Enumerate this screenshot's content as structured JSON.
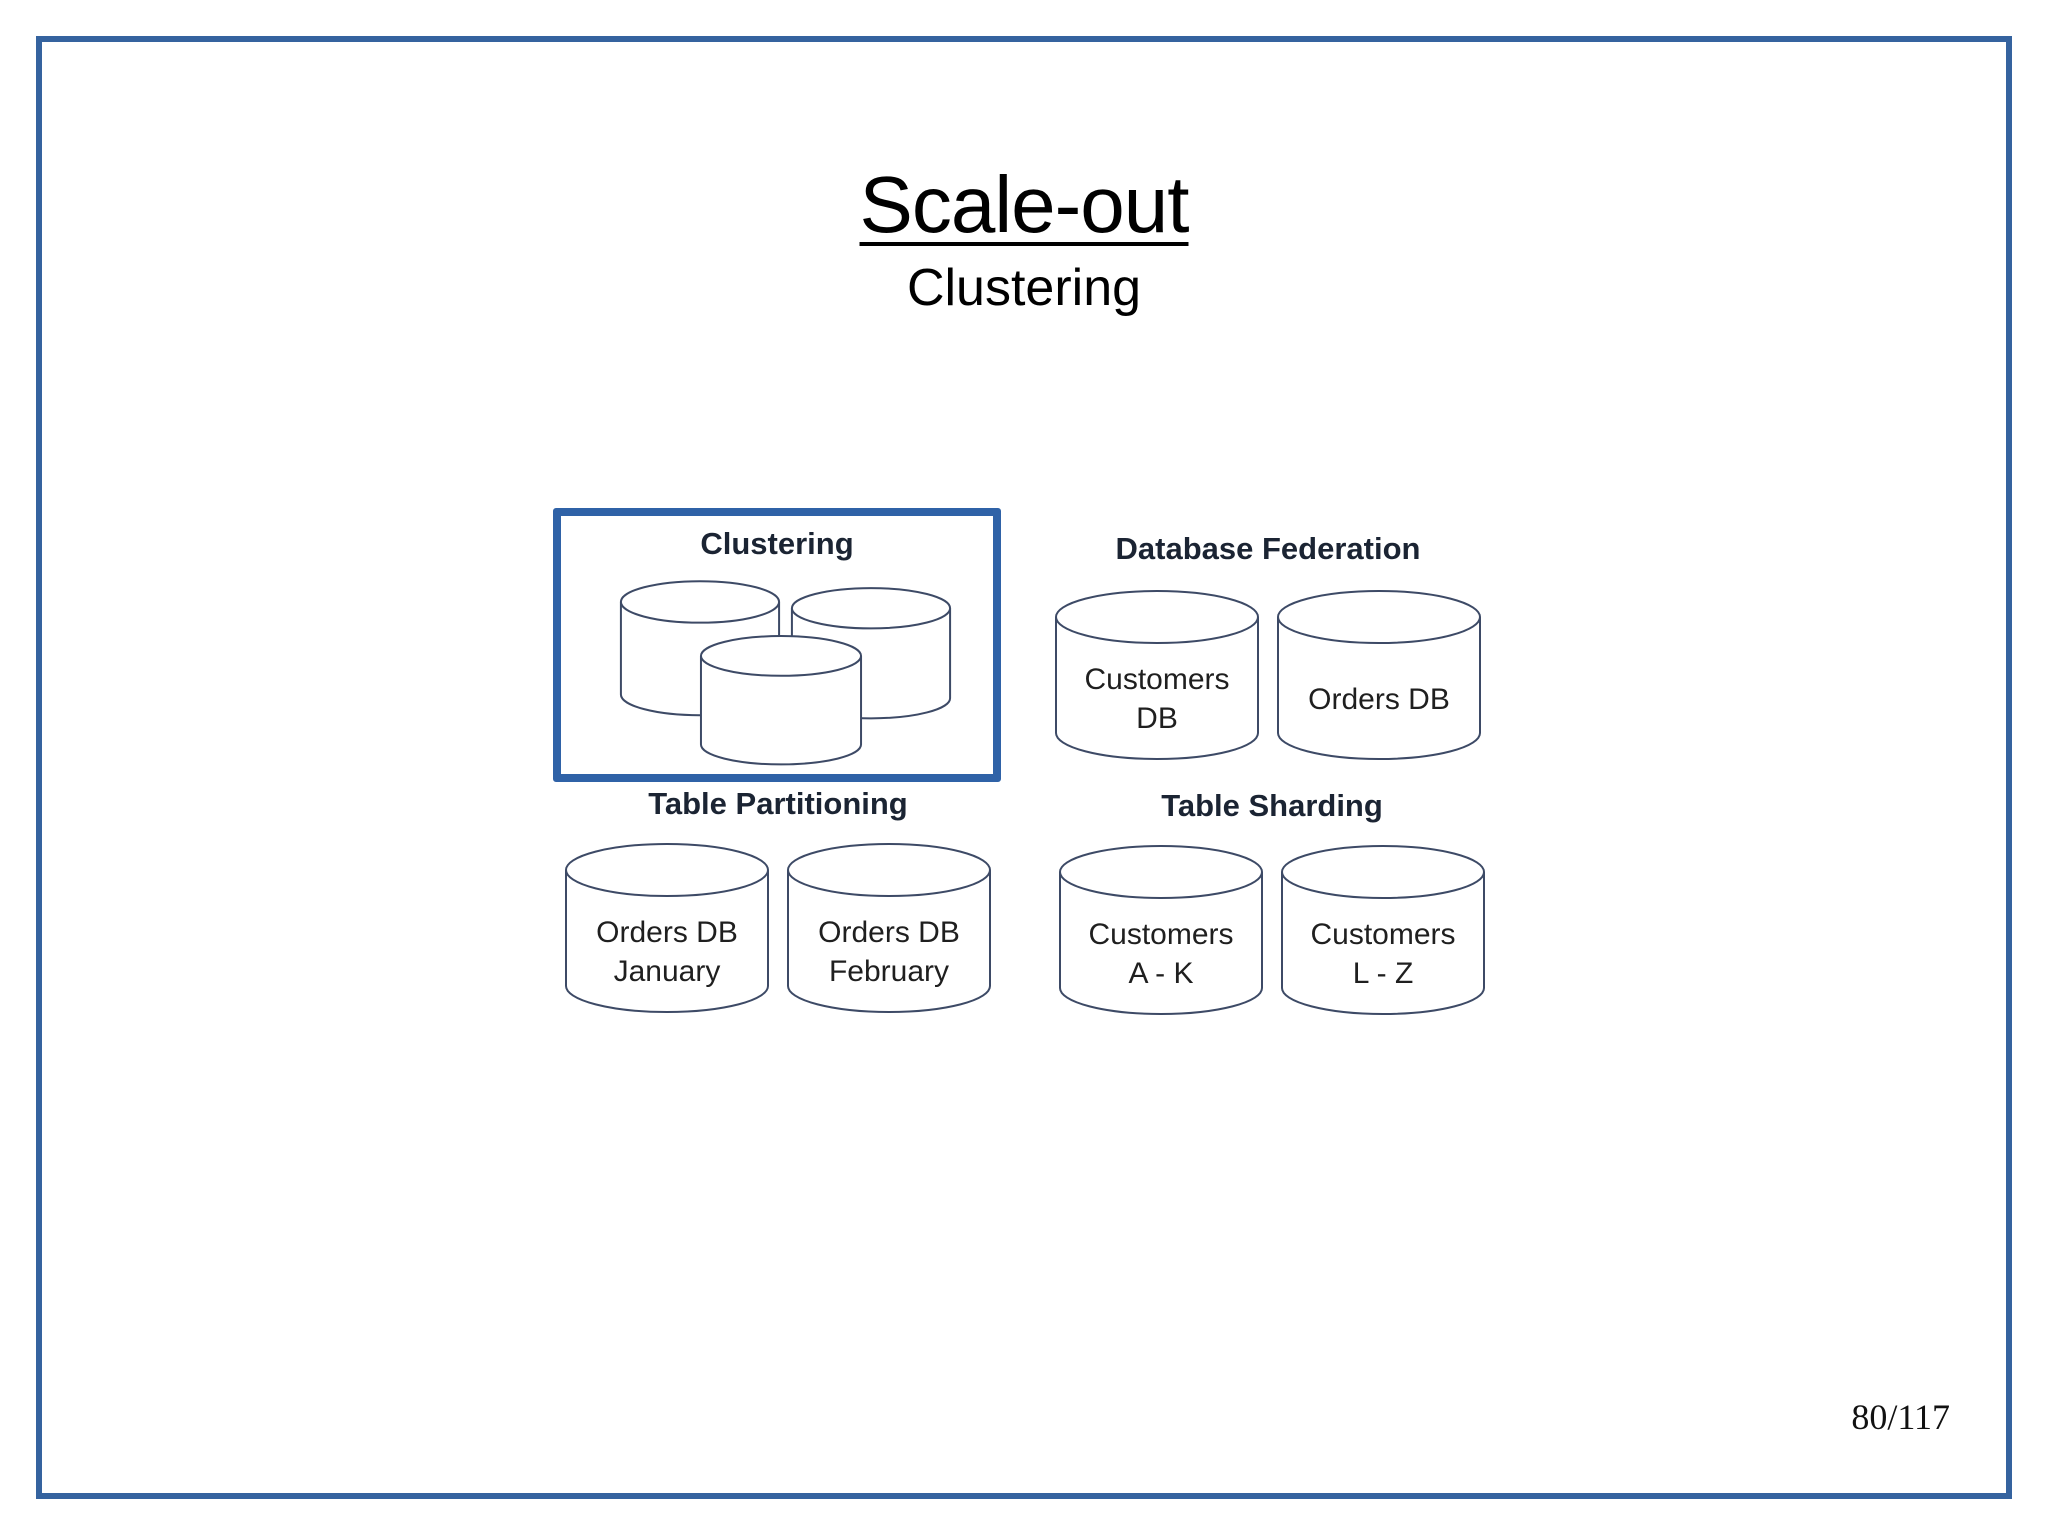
{
  "slide": {
    "title": "Scale-out",
    "subtitle": "Clustering",
    "page_number": "80/117"
  },
  "colors": {
    "frame_border": "#35639f",
    "highlight_border": "#2f62a7",
    "cylinder_stroke": "#3d4a66",
    "heading_text": "#1b2433",
    "label_text": "#1f1f1f",
    "title_text": "#000000",
    "background": "#ffffff"
  },
  "sections": [
    {
      "id": "clustering",
      "heading": "Clustering",
      "highlighted": true,
      "cylinders": [
        {
          "lines": []
        },
        {
          "lines": []
        },
        {
          "lines": []
        }
      ]
    },
    {
      "id": "database-federation",
      "heading": "Database Federation",
      "highlighted": false,
      "cylinders": [
        {
          "lines": [
            "Customers",
            "DB"
          ]
        },
        {
          "lines": [
            "Orders DB"
          ]
        }
      ]
    },
    {
      "id": "table-partitioning",
      "heading": "Table Partitioning",
      "highlighted": false,
      "cylinders": [
        {
          "lines": [
            "Orders DB",
            "January"
          ]
        },
        {
          "lines": [
            "Orders DB",
            "February"
          ]
        }
      ]
    },
    {
      "id": "table-sharding",
      "heading": "Table Sharding",
      "highlighted": false,
      "cylinders": [
        {
          "lines": [
            "Customers",
            "A - K"
          ]
        },
        {
          "lines": [
            "Customers",
            "L - Z"
          ]
        }
      ]
    }
  ]
}
